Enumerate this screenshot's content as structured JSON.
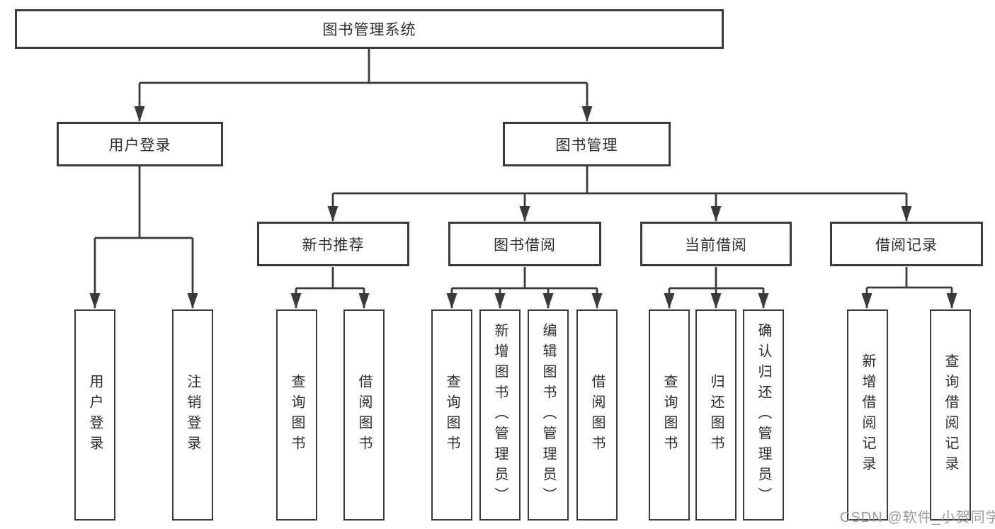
{
  "colors": {
    "line": "#3a3a3a",
    "text": "#2d2d2d",
    "watermark": "#9a9a9a",
    "bg": "#ffffff"
  },
  "tree": {
    "root": {
      "label": "图书管理系统"
    },
    "branches": [
      {
        "label": "用户登录",
        "children": [
          {
            "label": "用户登录"
          },
          {
            "label": "注销登录"
          }
        ]
      },
      {
        "label": "图书管理",
        "groups": [
          {
            "label": "新书推荐",
            "children": [
              {
                "label": "查询图书"
              },
              {
                "label": "借阅图书"
              }
            ]
          },
          {
            "label": "图书借阅",
            "children": [
              {
                "label": "查询图书"
              },
              {
                "label": "新增图书（管理员）"
              },
              {
                "label": "编辑图书（管理员）"
              },
              {
                "label": "借阅图书"
              }
            ]
          },
          {
            "label": "当前借阅",
            "children": [
              {
                "label": "查询图书"
              },
              {
                "label": "归还图书"
              },
              {
                "label": "确认归还（管理员）"
              }
            ]
          },
          {
            "label": "借阅记录",
            "children": [
              {
                "label": "新增借阅记录"
              },
              {
                "label": "查询借阅记录"
              }
            ]
          }
        ]
      }
    ]
  },
  "watermark": {
    "text": "CSDN @软件_小贺同学"
  }
}
